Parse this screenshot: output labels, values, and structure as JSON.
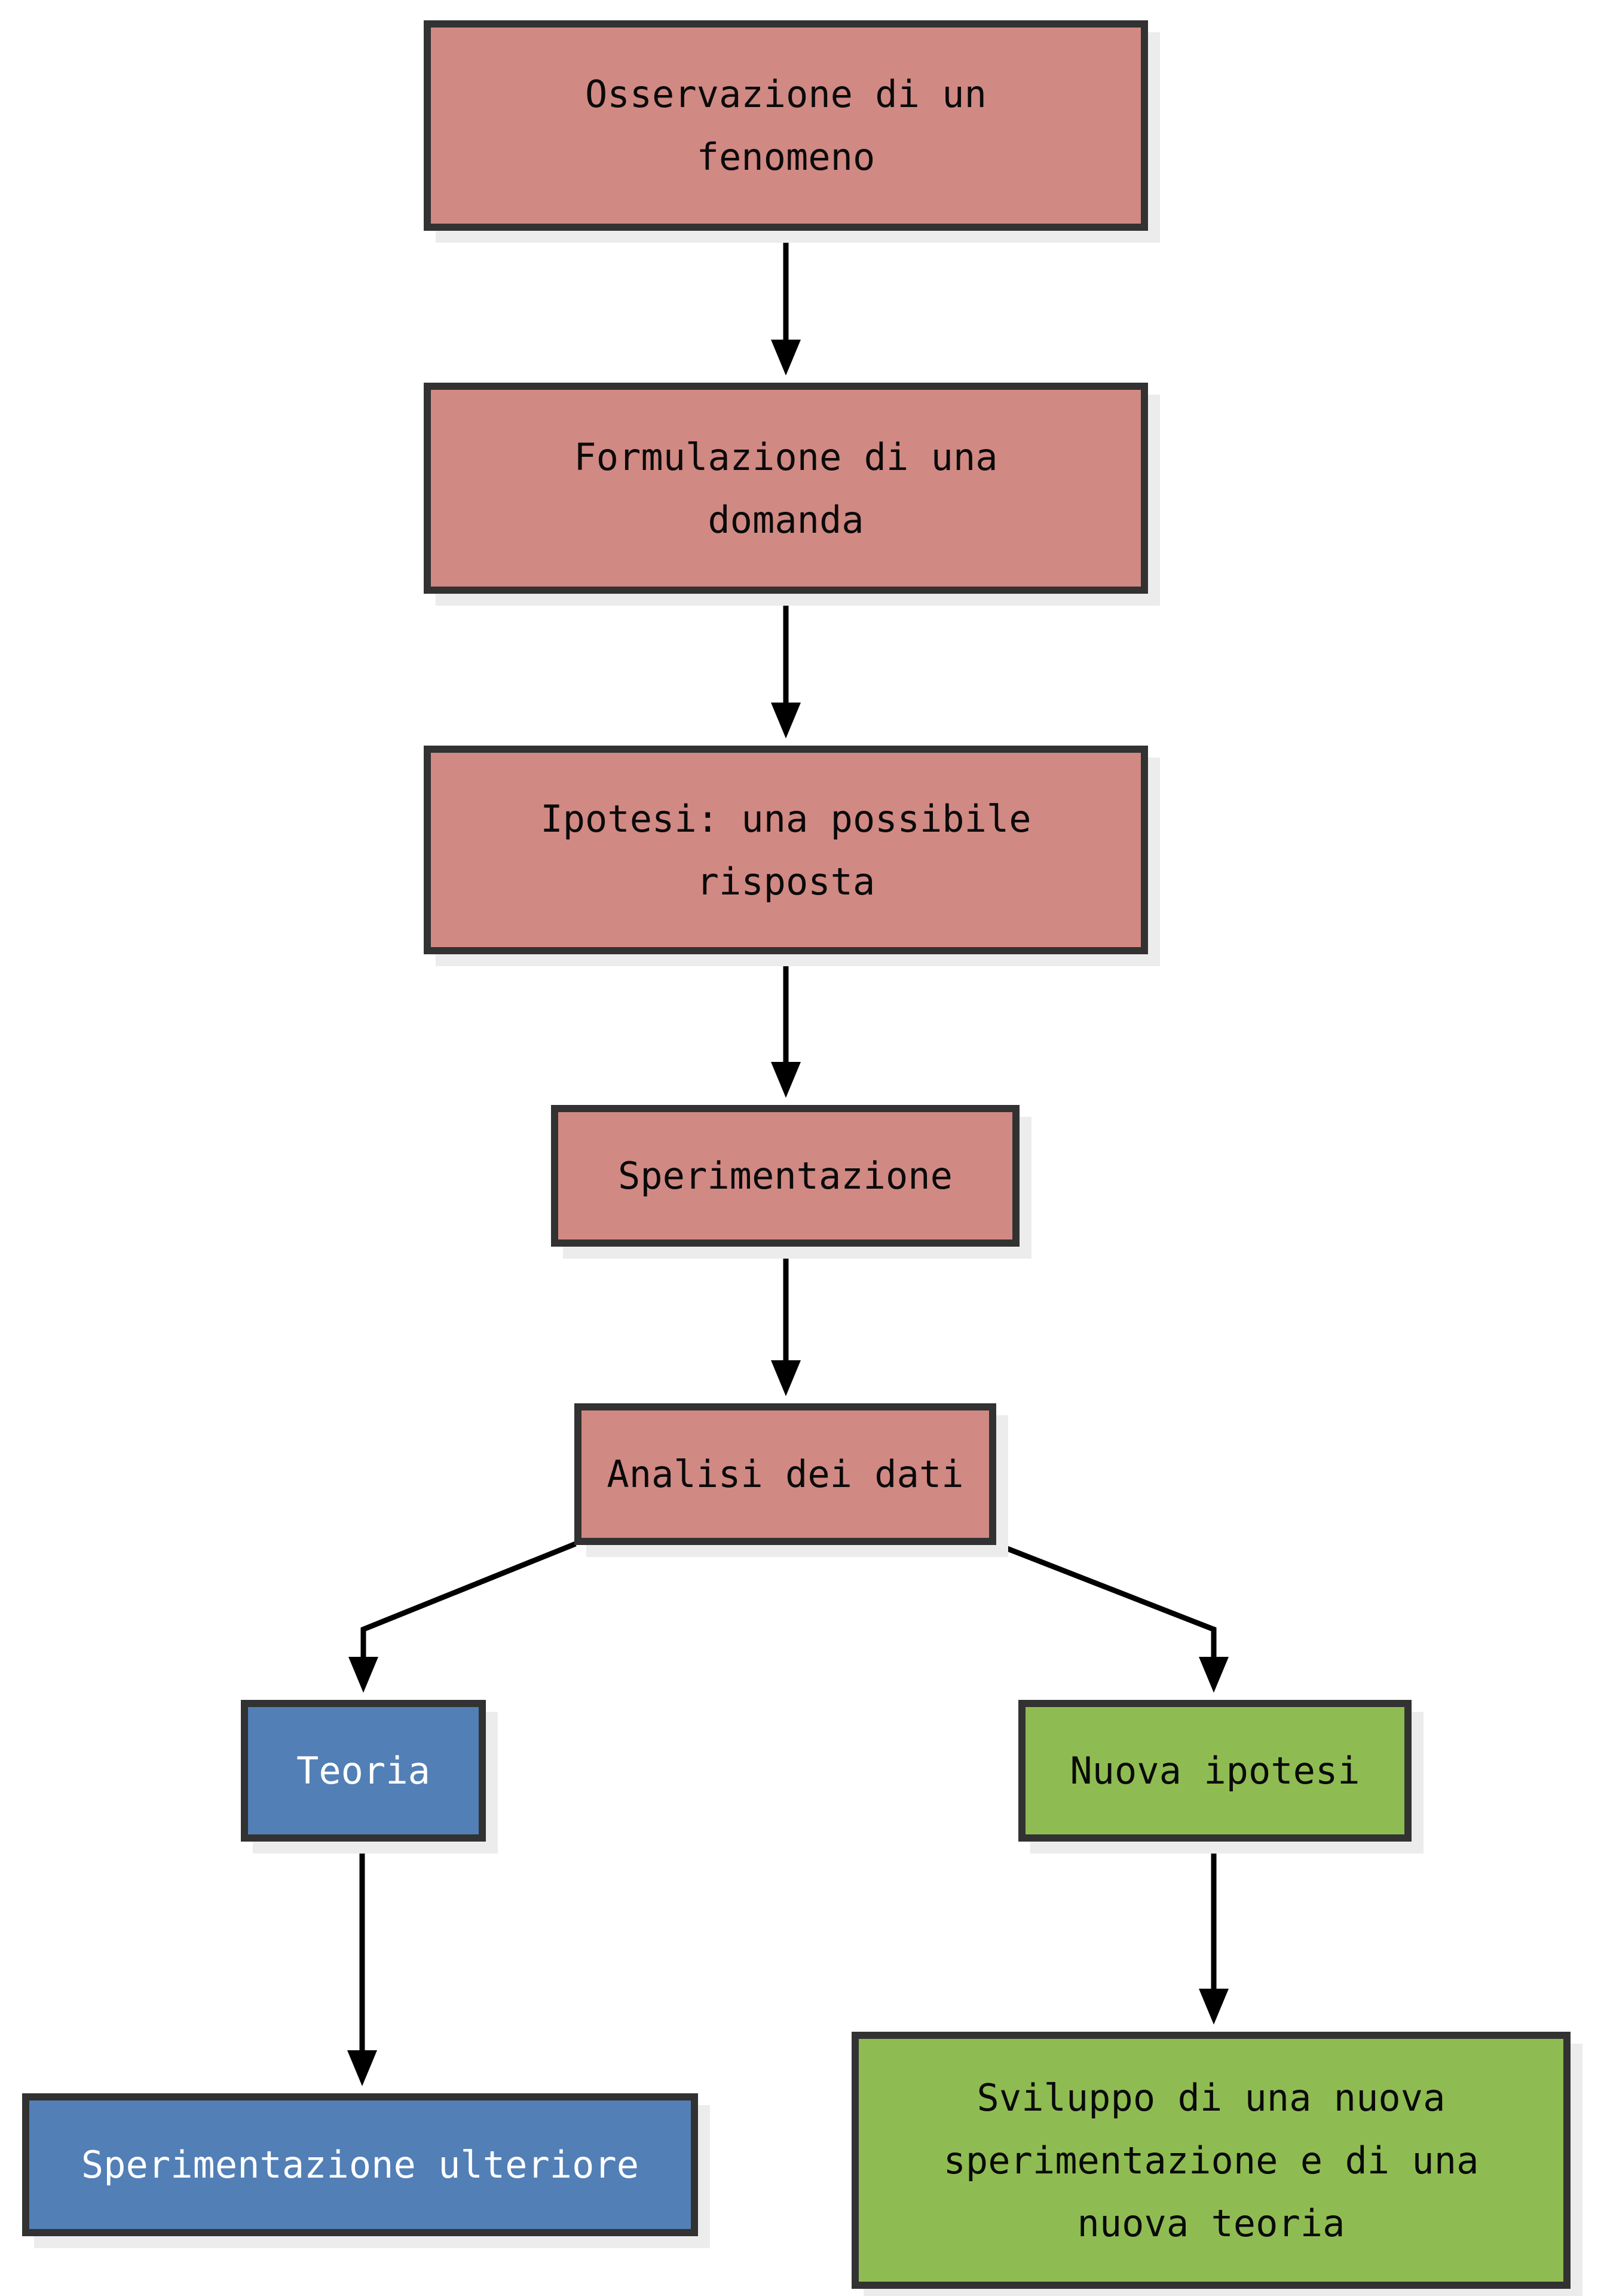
{
  "colors": {
    "box_pink": "#d18983",
    "box_blue": "#527fb5",
    "box_green": "#8fbc52",
    "box_border": "#323232",
    "shadow": "#ececec",
    "arrow": "#000000",
    "text_dark": "#0a0a0a",
    "text_light": "#ffffff",
    "background": "#ffffff"
  },
  "diagram": {
    "type": "flowchart",
    "language": "it",
    "nodes": [
      {
        "id": "osservazione",
        "label": "Osservazione di un\nfenomeno",
        "color_role": "pink"
      },
      {
        "id": "formulazione",
        "label": "Formulazione di una\ndomanda",
        "color_role": "pink"
      },
      {
        "id": "ipotesi",
        "label": "Ipotesi: una possibile\nrisposta",
        "color_role": "pink"
      },
      {
        "id": "sperimentazione",
        "label": "Sperimentazione",
        "color_role": "pink"
      },
      {
        "id": "analisi",
        "label": "Analisi dei dati",
        "color_role": "pink"
      },
      {
        "id": "teoria",
        "label": "Teoria",
        "color_role": "blue"
      },
      {
        "id": "nuova_ipotesi",
        "label": "Nuova ipotesi",
        "color_role": "green"
      },
      {
        "id": "sperimentazione_ulteriore",
        "label": "Sperimentazione ulteriore",
        "color_role": "blue"
      },
      {
        "id": "sviluppo",
        "label": "Sviluppo di una nuova\nsperimentazione e di una\nnuova teoria",
        "color_role": "green"
      }
    ],
    "edges": [
      {
        "from": "osservazione",
        "to": "formulazione"
      },
      {
        "from": "formulazione",
        "to": "ipotesi"
      },
      {
        "from": "ipotesi",
        "to": "sperimentazione"
      },
      {
        "from": "sperimentazione",
        "to": "analisi"
      },
      {
        "from": "analisi",
        "to": "teoria"
      },
      {
        "from": "analisi",
        "to": "nuova_ipotesi"
      },
      {
        "from": "teoria",
        "to": "sperimentazione_ulteriore"
      },
      {
        "from": "nuova_ipotesi",
        "to": "sviluppo"
      }
    ]
  }
}
